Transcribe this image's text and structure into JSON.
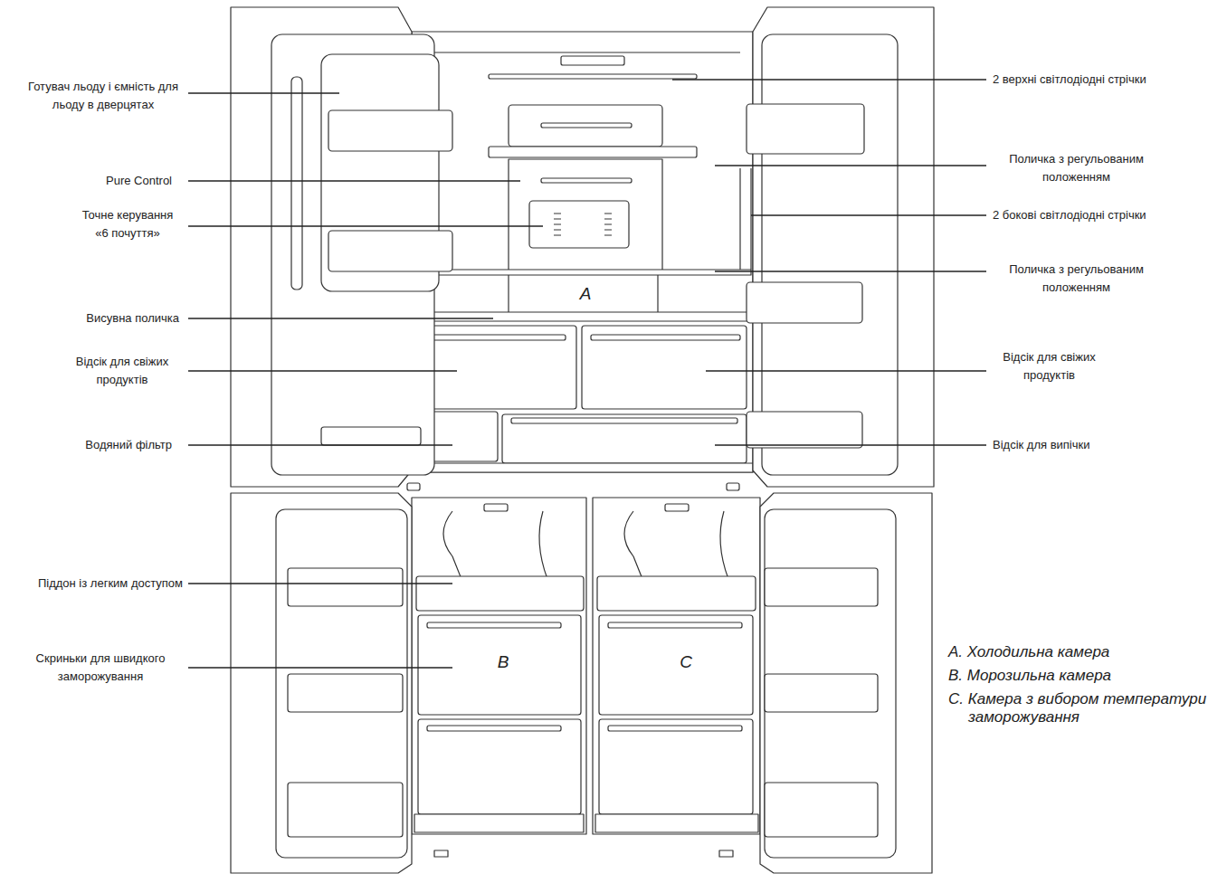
{
  "diagram": {
    "labels": [
      "Готувач льоду і ємність для льоду в дверцятах",
      "Pure Control",
      "Точне керування «6 почуття»",
      "Висувна поличка",
      "Відсік для свіжих продуктів",
      "Водяний фільтр",
      "Піддон із легким доступом",
      "Скриньки для швидкого заморожування",
      "2 верхні світлодіодні стрічки",
      "Поличка з регульованим положенням",
      "2 бокові світлодіодні стрічки",
      "Поличка з регульованим положенням",
      "Відсік для свіжих продуктів",
      "Відсік для випічки",
      "A",
      "B",
      "C",
      "A. Холодильна камера",
      "B. Морозильна камера",
      "C. Камера з вибором температури заморожування"
    ]
  }
}
